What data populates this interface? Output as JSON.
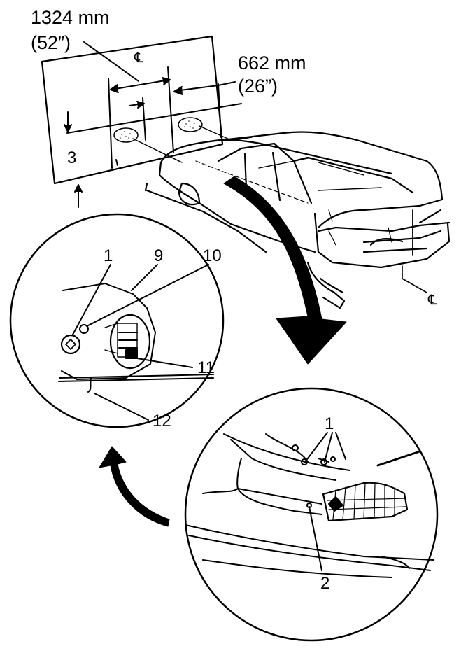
{
  "dimensions": {
    "wide_mm": "1324 mm",
    "wide_in": "(52”)",
    "narrow_mm": "662 mm",
    "narrow_in": "(26”)"
  },
  "centerline_symbol": "℄",
  "callouts": {
    "screen": "3",
    "detail_bolt": "1",
    "detail_9": "9",
    "detail_10": "10",
    "detail_11": "11",
    "detail_12": "12",
    "lamp_bolts": "1",
    "lamp_lens": "2"
  }
}
